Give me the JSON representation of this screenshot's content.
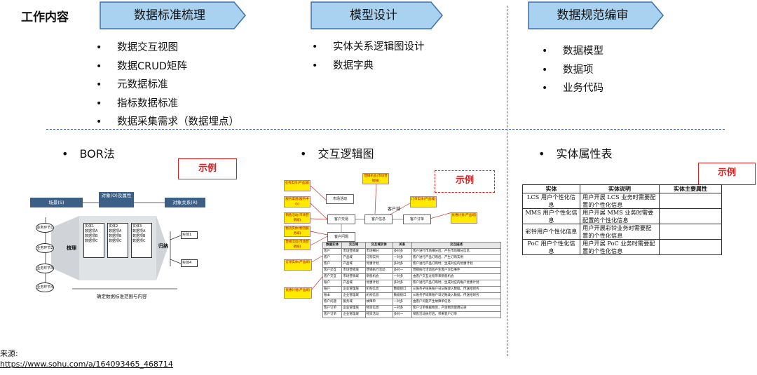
{
  "title": "工作内容",
  "colors": {
    "chevron_fill": "#a8d2f0",
    "chevron_border": "#3c6fb0",
    "divider": "#3d66b5",
    "example_red": "#e02020",
    "bor_header": "#3b5f86"
  },
  "columns": [
    {
      "header": "数据标准梳理",
      "items": [
        "数据交互视图",
        "数据CRUD矩阵",
        "元数据标准",
        "指标数据标准",
        "数据采集需求（数据埋点）"
      ]
    },
    {
      "header": "模型设计",
      "items": [
        "实体关系逻辑图设计",
        "数据字典"
      ]
    },
    {
      "header": "数据规范编审",
      "items": [
        "数据模型",
        "数据项",
        "业务代码"
      ]
    }
  ],
  "sections": [
    "BOR法",
    "交互逻辑图",
    "实体属性表"
  ],
  "example_label": "示例",
  "bor_figure": {
    "headers": [
      "场景(S)",
      "对象(O)及属性",
      "对象关系(R)"
    ],
    "ovals": [
      "业务环节1",
      "业务环节2",
      "业务环节3",
      "业务环节4"
    ],
    "left_label": "梳理",
    "right_label": "归纳",
    "entities": [
      "实体1",
      "实体2",
      "实体3",
      "实体4"
    ],
    "items": [
      "数据项A",
      "数据项B",
      "数据项C"
    ],
    "footer": "确定数据标准范围与内容"
  },
  "interaction_figure": {
    "domain_label": "客户域",
    "yellow_boxes": [
      "业务实体(产品域)",
      "服务渠道(服务中心)",
      "销售活动(市场营销域)",
      "物流实体(物流服务域)",
      "营销活动(市场营销域)",
      "营销机会(市场营销域)",
      "订单实体(产品域)",
      "优惠计划(产品域)"
    ],
    "nodes": [
      "市场活动",
      "客户交易",
      "客户信息",
      "客户订单",
      "客户问题"
    ],
    "table_header": [
      "数据实体",
      "交互域",
      "交互域实体",
      "关系",
      "交互描述"
    ],
    "table_rows": [
      [
        "客户",
        "市场营销域",
        "市场细分",
        "多对多",
        "客户进行市场细分后，产生市场细分信息"
      ],
      [
        "客户",
        "产品域",
        "订购实例",
        "一对多",
        "客户进行产品订购后，产生订购实例"
      ],
      [
        "客户",
        "产品域",
        "优惠计划",
        "多对多",
        "客户进行产品订购时，生成对应的优惠计划"
      ],
      [
        "客户交互",
        "市场营销域",
        "营销执行活动",
        "多对一",
        "营销执行活动会产生客户交互事件"
      ],
      [
        "客户交互",
        "市场营销域",
        "销售机会",
        "一对多",
        "由客户交互过程带来销售机会"
      ],
      [
        "账户",
        "产品域",
        "优惠计划",
        "多对多",
        "客户进行产品订购时，生成对应的账户优惠计划"
      ],
      [
        "账户",
        "企业管理域",
        "机构信息",
        "数据接口",
        "从账务子域来账户日记账收入数据，传送给财务"
      ],
      [
        "账本",
        "企业管理域",
        "机构信息",
        "数据接口",
        "从账务子域来账户日记账收入数据，传送给财务"
      ],
      [
        "客户问题",
        "服务域",
        "故障单",
        "一对多",
        "由客户问题产生故障单信息"
      ],
      [
        "客户订单",
        "企业管理域",
        "物资信息",
        "一对多",
        "客户订单根据物资，产生物资使用记录"
      ],
      [
        "客户订单",
        "企业管理域",
        "物资活动",
        "多对一",
        "销售活动执行后，带来客户订单"
      ]
    ]
  },
  "entity_table": {
    "headers": [
      "实体",
      "实体说明",
      "实体主要属性"
    ],
    "rows": [
      [
        "LCS 用户个性化信息",
        "用户开展 LCS 业务时需要配置的个性化信息",
        ""
      ],
      [
        "MMS 用户个性化信息",
        "用户开展 MMS 业务时需要配置的个性化信息",
        ""
      ],
      [
        "彩铃用户个性化信息",
        "用户开展彩铃业务时需要配置的个性化信息",
        ""
      ],
      [
        "PoC 用户个性化信息",
        "用户开展 PoC 业务时需要配置的个性化信息",
        ""
      ]
    ]
  },
  "source": {
    "label": "来源:",
    "url": "https://www.sohu.com/a/164093465_468714"
  }
}
